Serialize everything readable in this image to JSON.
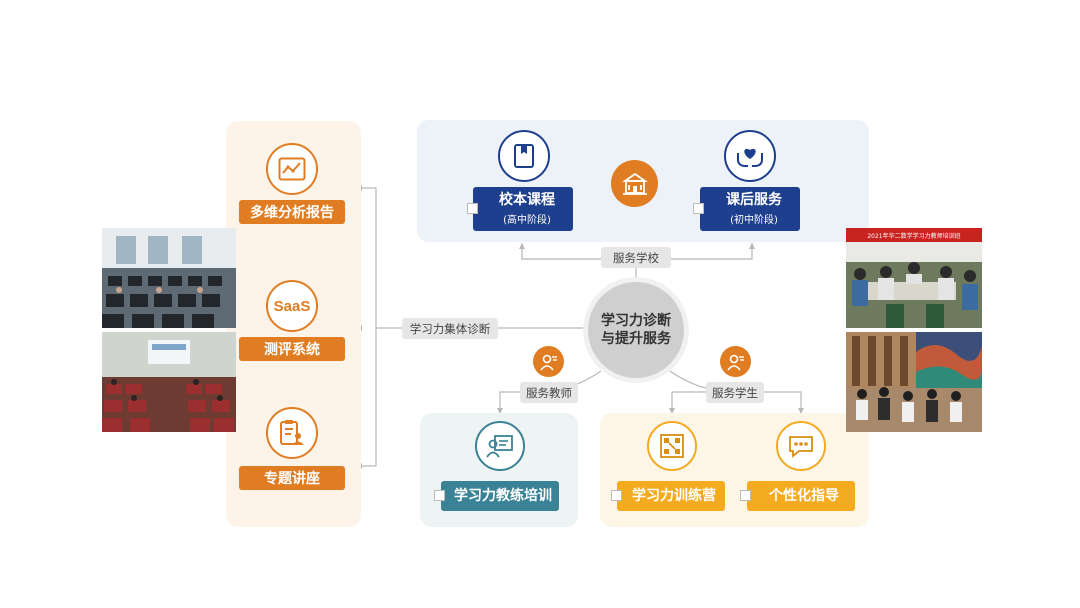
{
  "left_items": [
    {
      "label": "多维分析报告",
      "icon": "chart-report-icon"
    },
    {
      "label": "测评系统",
      "icon_text": "SaaS"
    },
    {
      "label": "专题讲座",
      "icon": "clipboard-user-icon"
    }
  ],
  "left_connector_label": "学习力集体诊断",
  "center": {
    "line1": "学习力诊断",
    "line2": "与提升服务"
  },
  "top": {
    "connector_label": "服务学校",
    "school_icon": "school-building-icon",
    "items": [
      {
        "title": "校本课程",
        "subtitle": "(高中阶段)",
        "icon": "book-icon"
      },
      {
        "title": "课后服务",
        "subtitle": "(初中阶段)",
        "icon": "heart-hands-icon"
      }
    ]
  },
  "bottom_left": {
    "connector_label": "服务教师",
    "badge_icon": "teacher-icon",
    "item": {
      "title": "学习力教练培训",
      "icon": "presentation-person-icon"
    }
  },
  "bottom_right": {
    "connector_label": "服务学生",
    "badge_icon": "student-icon",
    "items": [
      {
        "title": "学习力训练营",
        "icon": "grid-corners-icon"
      },
      {
        "title": "个性化指导",
        "icon": "chat-bubble-icon"
      }
    ]
  },
  "photos": {
    "right_top_banner": "2021年华二数学学习力教师培训班"
  },
  "colors": {
    "orange": "#e07d22",
    "navy": "#1e3f8e",
    "teal": "#3a8295",
    "yellow": "#f4ab20"
  }
}
